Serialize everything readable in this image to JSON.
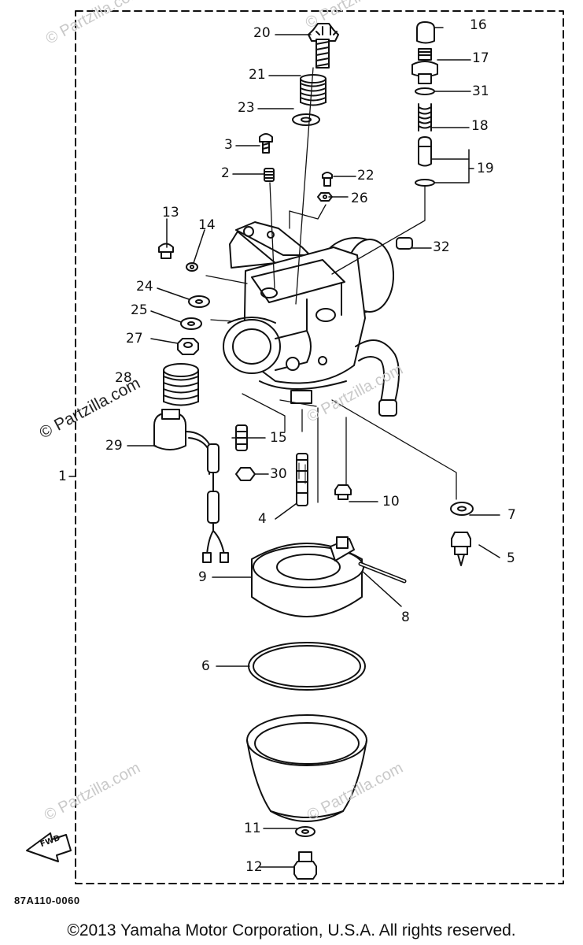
{
  "diagram": {
    "drawing_code": "87A110-0060",
    "fwd_label": "FWD",
    "copyright": "©2013  Yamaha Motor Corporation, U.S.A. All rights reserved.",
    "watermark": "© Partzilla.com",
    "callouts": [
      {
        "id": "1"
      },
      {
        "id": "2"
      },
      {
        "id": "3"
      },
      {
        "id": "4"
      },
      {
        "id": "5"
      },
      {
        "id": "6"
      },
      {
        "id": "7"
      },
      {
        "id": "8"
      },
      {
        "id": "9"
      },
      {
        "id": "10"
      },
      {
        "id": "11"
      },
      {
        "id": "12"
      },
      {
        "id": "13"
      },
      {
        "id": "14"
      },
      {
        "id": "15"
      },
      {
        "id": "16"
      },
      {
        "id": "17"
      },
      {
        "id": "18"
      },
      {
        "id": "19"
      },
      {
        "id": "20"
      },
      {
        "id": "21"
      },
      {
        "id": "22"
      },
      {
        "id": "23"
      },
      {
        "id": "24"
      },
      {
        "id": "25"
      },
      {
        "id": "26"
      },
      {
        "id": "27"
      },
      {
        "id": "28"
      },
      {
        "id": "29"
      },
      {
        "id": "30"
      },
      {
        "id": "31"
      },
      {
        "id": "32"
      }
    ]
  }
}
